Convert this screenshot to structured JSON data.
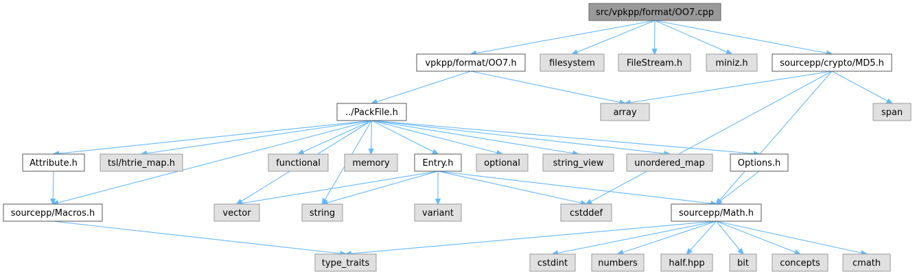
{
  "diagram": {
    "nodes": [
      {
        "id": "root",
        "label": "src/vpkpp/format/OO7.cpp",
        "kind": "root"
      },
      {
        "id": "oo7h",
        "label": "vpkpp/format/OO7.h",
        "kind": "local"
      },
      {
        "id": "filesystem",
        "label": "filesystem",
        "kind": "external"
      },
      {
        "id": "filestream",
        "label": "FileStream.h",
        "kind": "external"
      },
      {
        "id": "miniz",
        "label": "miniz.h",
        "kind": "external"
      },
      {
        "id": "md5",
        "label": "sourcepp/crypto/MD5.h",
        "kind": "local"
      },
      {
        "id": "packfile",
        "label": "../PackFile.h",
        "kind": "local"
      },
      {
        "id": "array",
        "label": "array",
        "kind": "external"
      },
      {
        "id": "span",
        "label": "span",
        "kind": "external"
      },
      {
        "id": "attribute",
        "label": "Attribute.h",
        "kind": "local"
      },
      {
        "id": "htrie",
        "label": "tsl/htrie_map.h",
        "kind": "external"
      },
      {
        "id": "functional",
        "label": "functional",
        "kind": "external"
      },
      {
        "id": "memory",
        "label": "memory",
        "kind": "external"
      },
      {
        "id": "entry",
        "label": "Entry.h",
        "kind": "local"
      },
      {
        "id": "optional",
        "label": "optional",
        "kind": "external"
      },
      {
        "id": "string_view",
        "label": "string_view",
        "kind": "external"
      },
      {
        "id": "unordered_map",
        "label": "unordered_map",
        "kind": "external"
      },
      {
        "id": "options",
        "label": "Options.h",
        "kind": "local"
      },
      {
        "id": "macros",
        "label": "sourcepp/Macros.h",
        "kind": "local"
      },
      {
        "id": "vector",
        "label": "vector",
        "kind": "external"
      },
      {
        "id": "string",
        "label": "string",
        "kind": "external"
      },
      {
        "id": "variant",
        "label": "variant",
        "kind": "external"
      },
      {
        "id": "cstddef",
        "label": "cstddef",
        "kind": "external"
      },
      {
        "id": "math",
        "label": "sourcepp/Math.h",
        "kind": "local"
      },
      {
        "id": "type_traits",
        "label": "type_traits",
        "kind": "external"
      },
      {
        "id": "cstdint",
        "label": "cstdint",
        "kind": "external"
      },
      {
        "id": "numbers",
        "label": "numbers",
        "kind": "external"
      },
      {
        "id": "half",
        "label": "half.hpp",
        "kind": "external"
      },
      {
        "id": "bit",
        "label": "bit",
        "kind": "external"
      },
      {
        "id": "concepts",
        "label": "concepts",
        "kind": "external"
      },
      {
        "id": "cmath",
        "label": "cmath",
        "kind": "external"
      }
    ],
    "edges": [
      [
        "root",
        "oo7h"
      ],
      [
        "root",
        "filesystem"
      ],
      [
        "root",
        "filestream"
      ],
      [
        "root",
        "miniz"
      ],
      [
        "root",
        "md5"
      ],
      [
        "oo7h",
        "packfile"
      ],
      [
        "oo7h",
        "array"
      ],
      [
        "md5",
        "array"
      ],
      [
        "md5",
        "span"
      ],
      [
        "md5",
        "cstddef"
      ],
      [
        "md5",
        "math"
      ],
      [
        "packfile",
        "attribute"
      ],
      [
        "packfile",
        "htrie"
      ],
      [
        "packfile",
        "functional"
      ],
      [
        "packfile",
        "memory"
      ],
      [
        "packfile",
        "entry"
      ],
      [
        "packfile",
        "optional"
      ],
      [
        "packfile",
        "string_view"
      ],
      [
        "packfile",
        "unordered_map"
      ],
      [
        "packfile",
        "options"
      ],
      [
        "packfile",
        "macros"
      ],
      [
        "packfile",
        "vector"
      ],
      [
        "packfile",
        "string"
      ],
      [
        "attribute",
        "macros"
      ],
      [
        "entry",
        "vector"
      ],
      [
        "entry",
        "string"
      ],
      [
        "entry",
        "variant"
      ],
      [
        "entry",
        "cstddef"
      ],
      [
        "entry",
        "math"
      ],
      [
        "options",
        "math"
      ],
      [
        "macros",
        "type_traits"
      ],
      [
        "math",
        "type_traits"
      ],
      [
        "math",
        "cstdint"
      ],
      [
        "math",
        "numbers"
      ],
      [
        "math",
        "half"
      ],
      [
        "math",
        "bit"
      ],
      [
        "math",
        "concepts"
      ],
      [
        "math",
        "cmath"
      ]
    ]
  }
}
